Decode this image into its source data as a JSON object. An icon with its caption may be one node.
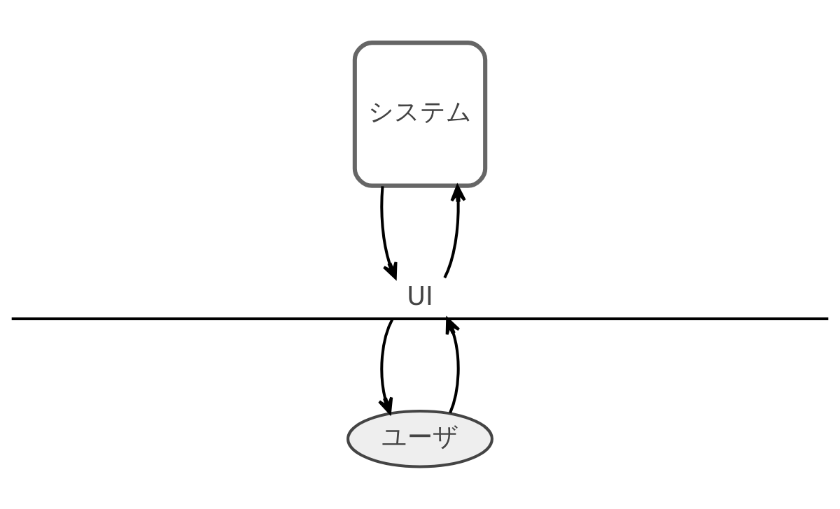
{
  "diagram": {
    "nodes": [
      {
        "text": [
          "システム"
        ]
      },
      {
        "text": [
          "UI"
        ]
      },
      {
        "text": [
          "ユーザ"
        ]
      }
    ],
    "edges": [
      {
        "from": 0,
        "to": 1,
        "arrow": "to"
      },
      {
        "from": 1,
        "to": 2,
        "arrow": "to"
      },
      {
        "from": 2,
        "to": 1,
        "arrow": "to"
      },
      {
        "from": 1,
        "to": 0,
        "arrow": "to"
      }
    ]
  }
}
